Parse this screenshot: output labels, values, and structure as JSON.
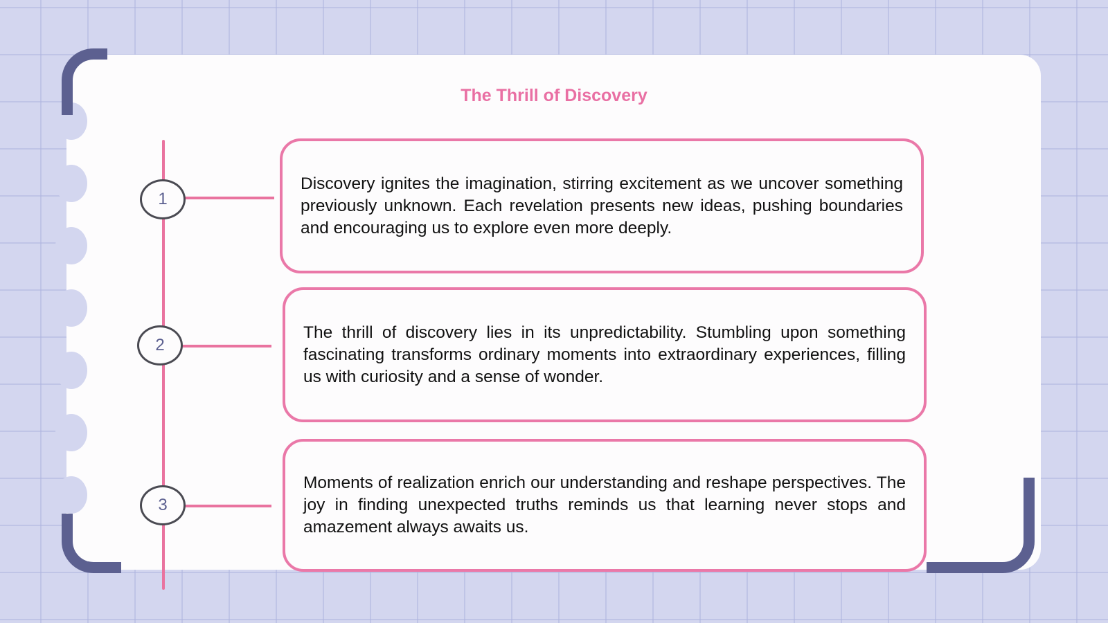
{
  "slide": {
    "title": "The Thrill of Discovery",
    "items": [
      {
        "number": "1",
        "text": "Discovery ignites the imagination, stirring excitement as we uncover something previously unknown. Each revelation presents new ideas, pushing boundaries and encouraging us to explore even more deeply."
      },
      {
        "number": "2",
        "text": "The thrill of discovery lies in its unpredictability. Stumbling upon something fascinating transforms ordinary moments into extraordinary experiences, filling us with curiosity and a sense of wonder."
      },
      {
        "number": "3",
        "text": "Moments of realization enrich our understanding and reshape perspectives. The joy in finding unexpected truths reminds us that learning never stops and amazement always awaits us."
      }
    ]
  },
  "colors": {
    "background": "#d3d6ef",
    "paper": "#fdfcfd",
    "accent_pink": "#e96fa3",
    "bracket_navy": "#5c6090",
    "node_border": "#4a4a52"
  }
}
